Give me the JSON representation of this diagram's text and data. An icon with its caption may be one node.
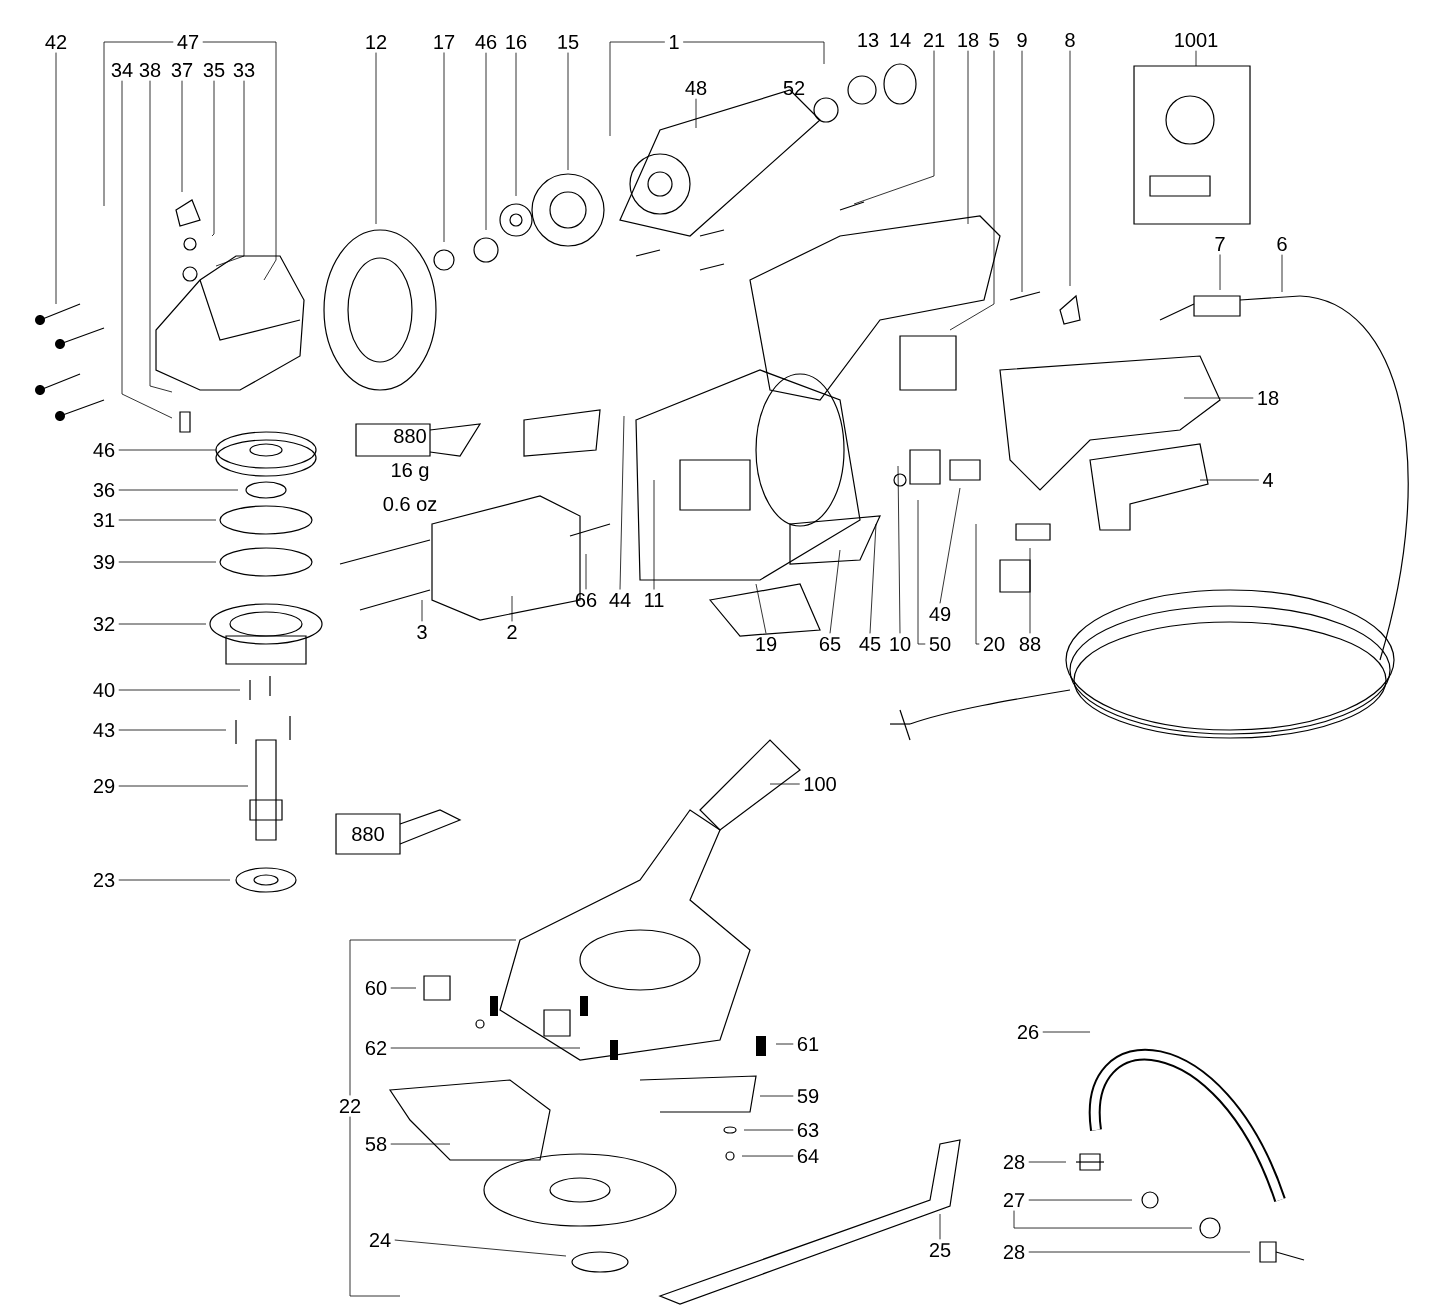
{
  "diagram": {
    "nodes": [
      {
        "text": [
          "42"
        ]
      },
      {
        "text": [
          "47"
        ]
      },
      {
        "text": [
          "34"
        ]
      },
      {
        "text": [
          "38"
        ]
      },
      {
        "text": [
          "37"
        ]
      },
      {
        "text": [
          "35"
        ]
      },
      {
        "text": [
          "33"
        ]
      },
      {
        "text": [
          "12"
        ]
      },
      {
        "text": [
          "17"
        ]
      },
      {
        "text": [
          "46"
        ]
      },
      {
        "text": [
          "16"
        ]
      },
      {
        "text": [
          "15"
        ]
      },
      {
        "text": [
          "1"
        ]
      },
      {
        "text": [
          "48"
        ]
      },
      {
        "text": [
          "21"
        ]
      },
      {
        "text": [
          "18"
        ]
      },
      {
        "text": [
          "5"
        ]
      },
      {
        "text": [
          "9"
        ]
      },
      {
        "text": [
          "8"
        ]
      },
      {
        "text": [
          "1001"
        ]
      },
      {
        "text": [
          "7"
        ]
      },
      {
        "text": [
          "6"
        ]
      },
      {
        "text": [
          "18"
        ]
      },
      {
        "text": [
          "4"
        ]
      },
      {
        "text": [
          "66"
        ]
      },
      {
        "text": [
          "44"
        ]
      },
      {
        "text": [
          "11"
        ]
      },
      {
        "text": [
          "3"
        ]
      },
      {
        "text": [
          "2"
        ]
      },
      {
        "text": [
          "19"
        ]
      },
      {
        "text": [
          "65"
        ]
      },
      {
        "text": [
          "45"
        ]
      },
      {
        "text": [
          "10"
        ]
      },
      {
        "text": [
          "49"
        ]
      },
      {
        "text": [
          "50"
        ]
      },
      {
        "text": [
          "20"
        ]
      },
      {
        "text": [
          "88"
        ]
      },
      {
        "text": [
          "46"
        ]
      },
      {
        "text": [
          "36"
        ]
      },
      {
        "text": [
          "31"
        ]
      },
      {
        "text": [
          "39"
        ]
      },
      {
        "text": [
          "32"
        ]
      },
      {
        "text": [
          "40"
        ]
      },
      {
        "text": [
          "43"
        ]
      },
      {
        "text": [
          "29"
        ]
      },
      {
        "text": [
          "23"
        ]
      },
      {
        "text": [
          "100"
        ]
      },
      {
        "text": [
          "22"
        ]
      },
      {
        "text": [
          "60"
        ]
      },
      {
        "text": [
          "62"
        ]
      },
      {
        "text": [
          "58"
        ]
      },
      {
        "text": [
          "24"
        ]
      },
      {
        "text": [
          "61"
        ]
      },
      {
        "text": [
          "59"
        ]
      },
      {
        "text": [
          "63"
        ]
      },
      {
        "text": [
          "64"
        ]
      },
      {
        "text": [
          "25"
        ]
      },
      {
        "text": [
          "26"
        ]
      },
      {
        "text": [
          "28"
        ]
      },
      {
        "text": [
          "27"
        ]
      },
      {
        "text": [
          "28"
        ]
      }
    ],
    "edges": [
      {
        "from": 0,
        "to": null,
        "arrow": "none"
      },
      {
        "from": 1,
        "to": null,
        "arrow": "none"
      },
      {
        "from": 1,
        "to": null,
        "arrow": "none"
      },
      {
        "from": 2,
        "to": null,
        "arrow": "none"
      },
      {
        "from": 3,
        "to": null,
        "arrow": "none"
      },
      {
        "from": 4,
        "to": null,
        "arrow": "none"
      },
      {
        "from": 5,
        "to": null,
        "arrow": "none"
      },
      {
        "from": 6,
        "to": null,
        "arrow": "none"
      },
      {
        "from": 7,
        "to": null,
        "arrow": "none"
      },
      {
        "from": 8,
        "to": null,
        "arrow": "none"
      },
      {
        "from": 9,
        "to": null,
        "arrow": "none"
      },
      {
        "from": 10,
        "to": null,
        "arrow": "none"
      },
      {
        "from": 11,
        "to": null,
        "arrow": "none"
      },
      {
        "from": 12,
        "to": null,
        "arrow": "none"
      },
      {
        "from": 12,
        "to": null,
        "arrow": "none"
      },
      {
        "from": 13,
        "to": null,
        "arrow": "none"
      },
      {
        "from": 14,
        "to": null,
        "arrow": "none"
      },
      {
        "from": 15,
        "to": null,
        "arrow": "none"
      },
      {
        "from": 16,
        "to": null,
        "arrow": "none"
      },
      {
        "from": 17,
        "to": null,
        "arrow": "none"
      },
      {
        "from": 18,
        "to": null,
        "arrow": "none"
      },
      {
        "from": 19,
        "to": null,
        "arrow": "none"
      },
      {
        "from": 20,
        "to": null,
        "arrow": "none"
      },
      {
        "from": 21,
        "to": null,
        "arrow": "none"
      },
      {
        "from": 22,
        "to": null,
        "arrow": "none"
      },
      {
        "from": 23,
        "to": null,
        "arrow": "none"
      },
      {
        "from": 24,
        "to": null,
        "arrow": "none"
      },
      {
        "from": 25,
        "to": null,
        "arrow": "none"
      },
      {
        "from": 26,
        "to": null,
        "arrow": "none"
      },
      {
        "from": 27,
        "to": null,
        "arrow": "none"
      },
      {
        "from": 28,
        "to": null,
        "arrow": "none"
      },
      {
        "from": 29,
        "to": null,
        "arrow": "none"
      },
      {
        "from": 30,
        "to": null,
        "arrow": "none"
      },
      {
        "from": 31,
        "to": null,
        "arrow": "none"
      },
      {
        "from": 32,
        "to": null,
        "arrow": "none"
      },
      {
        "from": 33,
        "to": null,
        "arrow": "none"
      },
      {
        "from": 34,
        "to": null,
        "arrow": "none"
      },
      {
        "from": 35,
        "to": null,
        "arrow": "none"
      },
      {
        "from": 36,
        "to": null,
        "arrow": "none"
      },
      {
        "from": 37,
        "to": null,
        "arrow": "none"
      },
      {
        "from": 38,
        "to": null,
        "arrow": "none"
      },
      {
        "from": 39,
        "to": null,
        "arrow": "none"
      },
      {
        "from": 40,
        "to": null,
        "arrow": "none"
      },
      {
        "from": 41,
        "to": null,
        "arrow": "none"
      },
      {
        "from": 42,
        "to": null,
        "arrow": "none"
      },
      {
        "from": 43,
        "to": null,
        "arrow": "none"
      },
      {
        "from": 44,
        "to": null,
        "arrow": "none"
      },
      {
        "from": 45,
        "to": null,
        "arrow": "none"
      },
      {
        "from": 46,
        "to": null,
        "arrow": "none"
      },
      {
        "from": 47,
        "to": null,
        "arrow": "none"
      },
      {
        "from": 47,
        "to": null,
        "arrow": "none"
      },
      {
        "from": 48,
        "to": null,
        "arrow": "none"
      },
      {
        "from": 49,
        "to": null,
        "arrow": "none"
      },
      {
        "from": 50,
        "to": null,
        "arrow": "none"
      },
      {
        "from": 51,
        "to": null,
        "arrow": "none"
      },
      {
        "from": 52,
        "to": null,
        "arrow": "none"
      },
      {
        "from": 53,
        "to": null,
        "arrow": "none"
      },
      {
        "from": 54,
        "to": null,
        "arrow": "none"
      },
      {
        "from": 55,
        "to": null,
        "arrow": "none"
      },
      {
        "from": 56,
        "to": null,
        "arrow": "none"
      },
      {
        "from": 57,
        "to": null,
        "arrow": "none"
      },
      {
        "from": 58,
        "to": null,
        "arrow": "none"
      },
      {
        "from": 59,
        "to": null,
        "arrow": "none"
      },
      {
        "from": 59,
        "to": null,
        "arrow": "none"
      },
      {
        "from": 60,
        "to": null,
        "arrow": "none"
      }
    ],
    "labels": [
      "52",
      "13",
      "14",
      "880",
      "16 g",
      "0.6 oz",
      "880"
    ]
  }
}
